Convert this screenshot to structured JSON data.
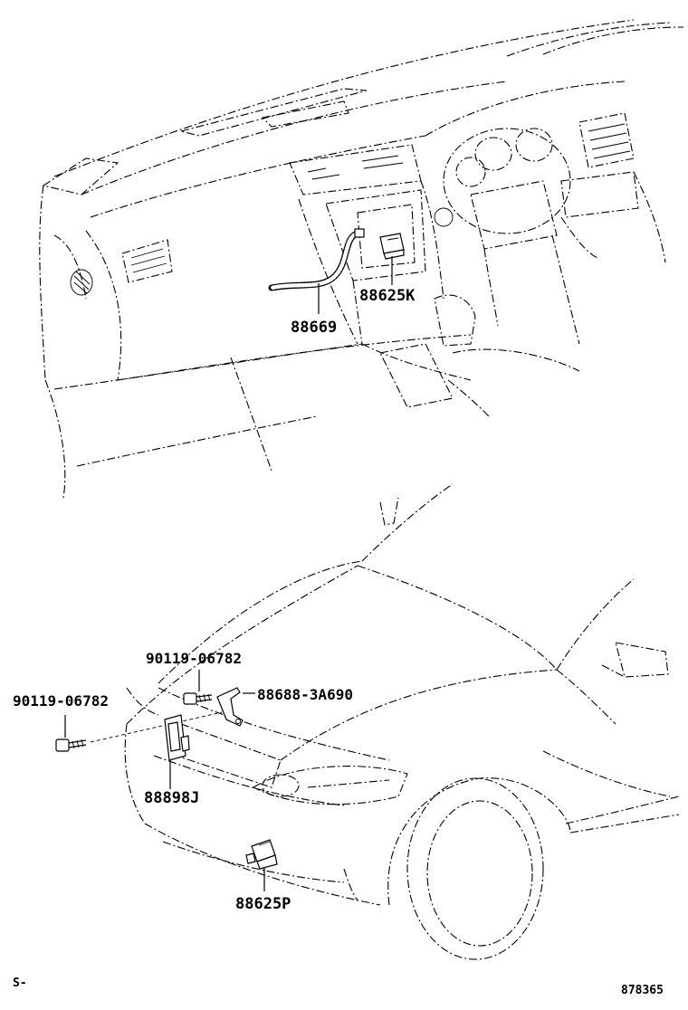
{
  "labels": {
    "harness": "88669",
    "sensor_upper": "88625K",
    "bolt_upper": "90119-06782",
    "bolt_left": "90119-06782",
    "bracket": "88688-3A690",
    "sensor_front": "88898J",
    "sensor_lower": "88625P"
  },
  "footer": {
    "left_mark": "S-",
    "diagram_number": "878365"
  }
}
